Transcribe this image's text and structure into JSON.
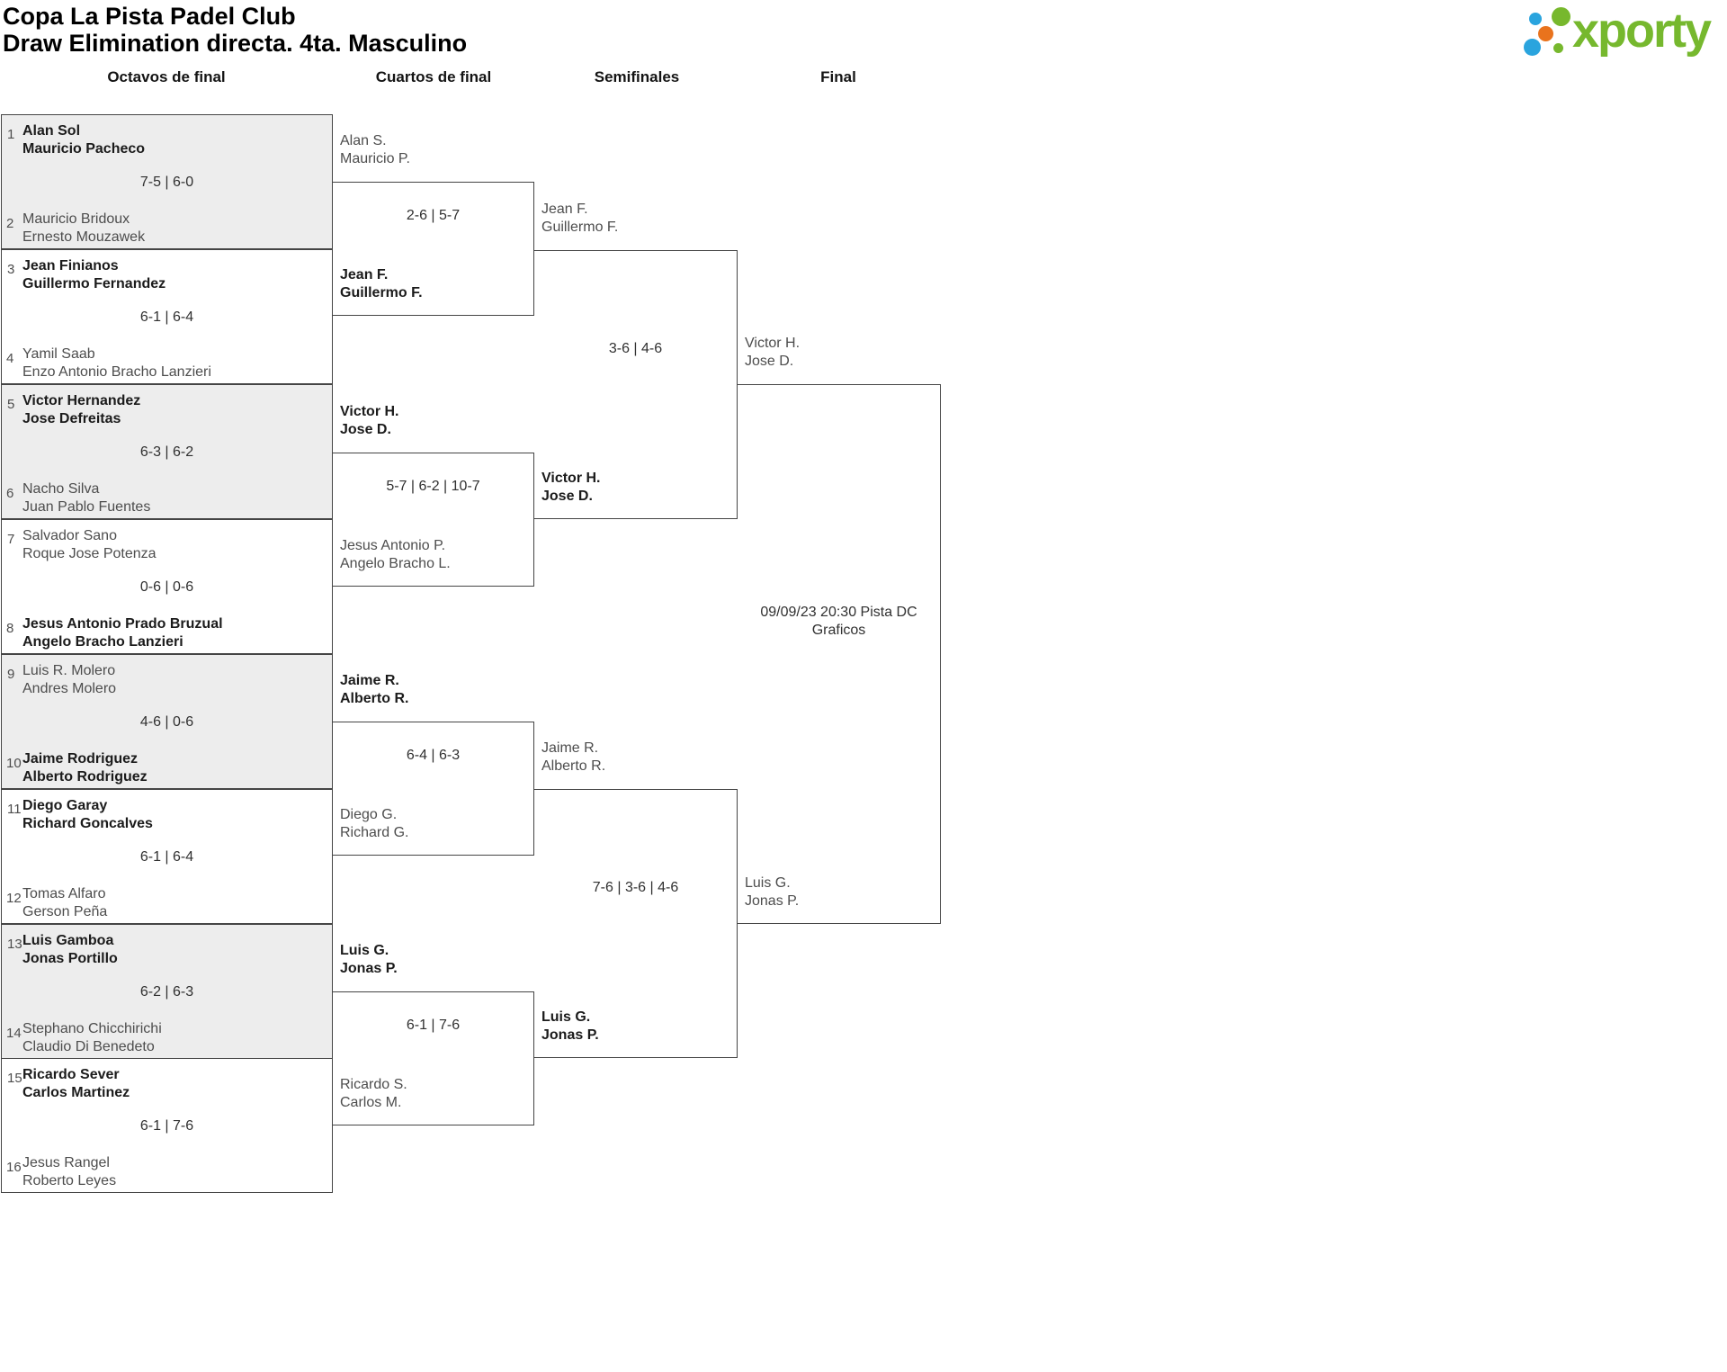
{
  "title": {
    "line1": "Copa La Pista Padel Club",
    "line2": "Draw Elimination directa. 4ta. Masculino"
  },
  "logo": {
    "text": "xporty",
    "green": "#76b82e",
    "blue": "#2aa4de",
    "orange": "#e9731d"
  },
  "round_headers": {
    "octavos": "Octavos de final",
    "cuartos": "Cuartos de final",
    "semifinales": "Semifinales",
    "final": "Final"
  },
  "octavos": [
    {
      "seed1": "1",
      "team1": [
        "Alan Sol",
        "Mauricio Pacheco"
      ],
      "score": "7-5 | 6-0",
      "seed2": "2",
      "team2": [
        "Mauricio Bridoux",
        "Ernesto Mouzawek"
      ],
      "winner": "team1"
    },
    {
      "seed1": "3",
      "team1": [
        "Jean Finianos",
        "Guillermo Fernandez"
      ],
      "score": "6-1 | 6-4",
      "seed2": "4",
      "team2": [
        "Yamil Saab",
        "Enzo Antonio Bracho Lanzieri"
      ],
      "winner": "team1"
    },
    {
      "seed1": "5",
      "team1": [
        "Victor Hernandez",
        "Jose Defreitas"
      ],
      "score": "6-3 | 6-2",
      "seed2": "6",
      "team2": [
        "Nacho Silva",
        "Juan Pablo Fuentes"
      ],
      "winner": "team1"
    },
    {
      "seed1": "7",
      "team1": [
        "Salvador Sano",
        "Roque Jose Potenza"
      ],
      "score": "0-6 | 0-6",
      "seed2": "8",
      "team2": [
        "Jesus Antonio Prado Bruzual",
        "Angelo Bracho Lanzieri"
      ],
      "winner": "team2"
    },
    {
      "seed1": "9",
      "team1": [
        "Luis R. Molero",
        "Andres Molero"
      ],
      "score": "4-6 | 0-6",
      "seed2": "10",
      "team2": [
        "Jaime Rodriguez",
        "Alberto Rodriguez"
      ],
      "winner": "team2"
    },
    {
      "seed1": "11",
      "team1": [
        "Diego Garay",
        "Richard Goncalves"
      ],
      "score": "6-1 | 6-4",
      "seed2": "12",
      "team2": [
        "Tomas Alfaro",
        "Gerson Peña"
      ],
      "winner": "team1"
    },
    {
      "seed1": "13",
      "team1": [
        "Luis Gamboa",
        "Jonas Portillo"
      ],
      "score": "6-2 | 6-3",
      "seed2": "14",
      "team2": [
        "Stephano Chicchirichi",
        "Claudio Di Benedeto"
      ],
      "winner": "team1"
    },
    {
      "seed1": "15",
      "team1": [
        "Ricardo Sever",
        "Carlos Martinez"
      ],
      "score": "6-1 | 7-6",
      "seed2": "16",
      "team2": [
        "Jesus Rangel",
        "Roberto Leyes"
      ],
      "winner": "team1"
    }
  ],
  "cuartos": [
    {
      "team1": [
        "Alan S.",
        "Mauricio P."
      ],
      "score": "2-6 | 5-7",
      "team2": [
        "Jean F.",
        "Guillermo F."
      ],
      "winner": "team2"
    },
    {
      "team1": [
        "Victor H.",
        "Jose D."
      ],
      "score": "5-7 | 6-2 | 10-7",
      "team2": [
        "Jesus Antonio P.",
        "Angelo Bracho L."
      ],
      "winner": "team1"
    },
    {
      "team1": [
        "Jaime R.",
        "Alberto R."
      ],
      "score": "6-4 | 6-3",
      "team2": [
        "Diego G.",
        "Richard G."
      ],
      "winner": "team1"
    },
    {
      "team1": [
        "Luis G.",
        "Jonas P."
      ],
      "score": "6-1 | 7-6",
      "team2": [
        "Ricardo S.",
        "Carlos M."
      ],
      "winner": "team1"
    }
  ],
  "semifinales": [
    {
      "team1": [
        "Jean F.",
        "Guillermo F."
      ],
      "score": "3-6 | 4-6",
      "team2": [
        "Victor H.",
        "Jose D."
      ],
      "winner": "team2"
    },
    {
      "team1": [
        "Jaime R.",
        "Alberto R."
      ],
      "score": "7-6 | 3-6 | 4-6",
      "team2": [
        "Luis G.",
        "Jonas P."
      ],
      "winner": "team2"
    }
  ],
  "final": {
    "team1": [
      "Victor H.",
      "Jose D."
    ],
    "info": [
      "09/09/23 20:30 Pista DC",
      "Graficos"
    ],
    "team2": [
      "Luis G.",
      "Jonas P."
    ]
  }
}
